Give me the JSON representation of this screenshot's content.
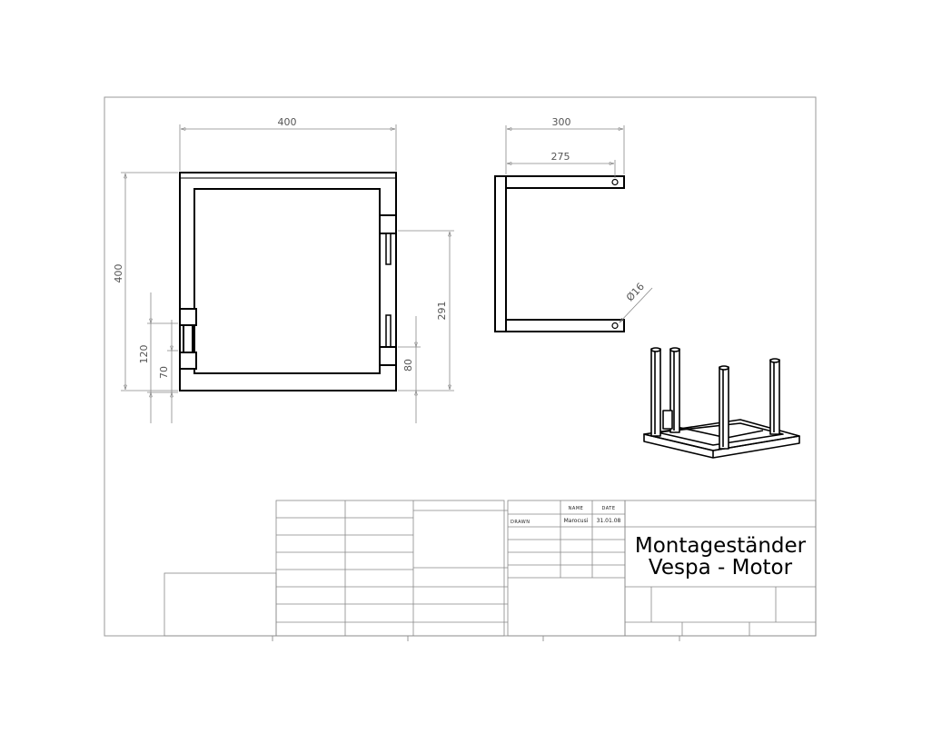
{
  "drawing": {
    "dimensions": {
      "front_width": "400",
      "front_height": "400",
      "front_120": "120",
      "front_70": "70",
      "front_291": "291",
      "front_80": "80",
      "side_300": "300",
      "side_275": "275",
      "side_hole": "Ø16"
    }
  },
  "title_block": {
    "header_name": "NAME",
    "header_date": "DATE",
    "row_drawn_label": "DRAWN",
    "drawn_name": "Marocusi",
    "drawn_date": "31.01.08",
    "title_line1": "Montageständer",
    "title_line2": "Vespa - Motor"
  },
  "colors": {
    "line": "#000000",
    "thin_line": "#888888",
    "dimension": "#555555"
  }
}
